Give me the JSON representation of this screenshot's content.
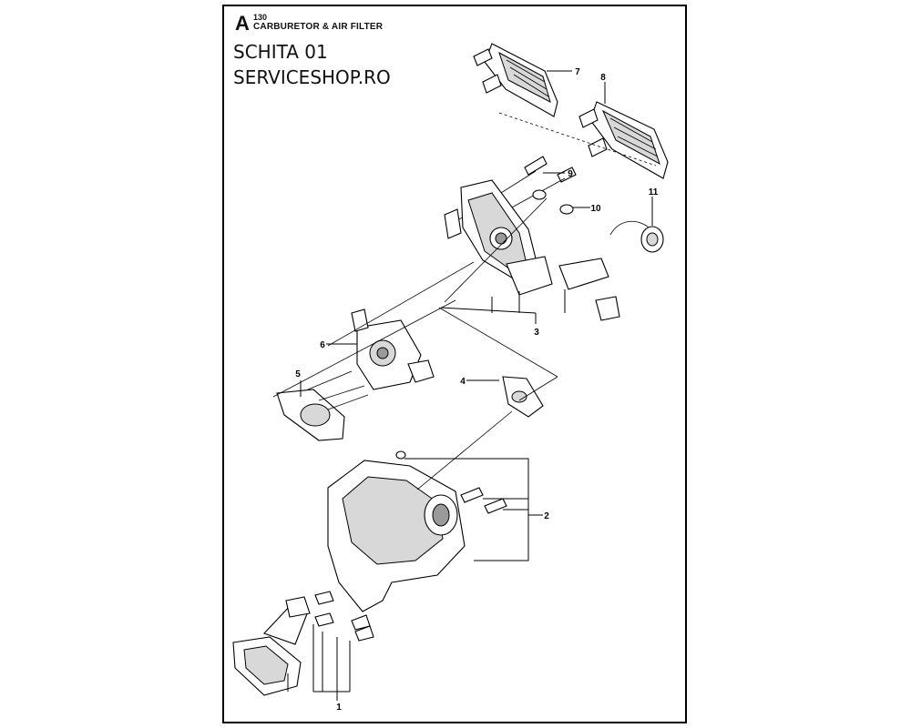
{
  "header": {
    "section_letter": "A",
    "section_number": "130",
    "section_title": "CARBURETOR & AIR FILTER"
  },
  "labels": {
    "line1": "SCHITA 01",
    "line2": "SERVICESHOP.RO"
  },
  "callouts": [
    "1",
    "2",
    "3",
    "4",
    "5",
    "6",
    "7",
    "8",
    "9",
    "10",
    "11"
  ]
}
